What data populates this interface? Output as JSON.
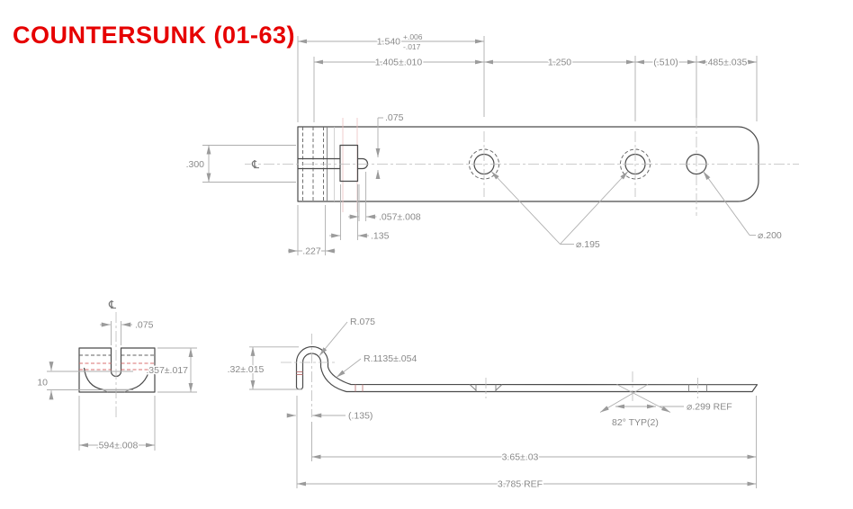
{
  "title": {
    "text": "COUNTERSUNK (01-63)",
    "color": "#e60000"
  },
  "top_view": {
    "centerline_symbol": "℄",
    "dim_overall": {
      "value": "1.540",
      "tol_plus": "+.006",
      "tol_minus": "-.017"
    },
    "dim_hook_to_hole1": "1.405±.010",
    "dim_hole1_hole2": "1.250",
    "dim_hole2_hole3": "(.510)",
    "dim_hole3_end": ".485±.035",
    "dim_slot_width": ".075",
    "dim_end_height": ".300",
    "dim_tab_tip": ".057±.008",
    "dim_tab_width": ".135",
    "dim_tab_offset": ".227",
    "label_csk_holes": "⌀.195",
    "label_end_hole": "⌀.200"
  },
  "section_view": {
    "centerline_symbol": "℄",
    "dim_slot_width": ".075",
    "dim_height": ".357±.017",
    "dim_csk_depth": "10",
    "dim_width": ".594±.008"
  },
  "side_view": {
    "label_hook_radius": "R.075",
    "label_bend_radius": "R.1135±.054",
    "dim_hook_height": ".32±.015",
    "dim_hook_ref": "(.135)",
    "label_csk_angle": "82° TYP(2)",
    "label_csk_dia": "⌀.299 REF",
    "dim_body_length": "3.65±.03",
    "dim_overall_length": "3.785 REF"
  }
}
